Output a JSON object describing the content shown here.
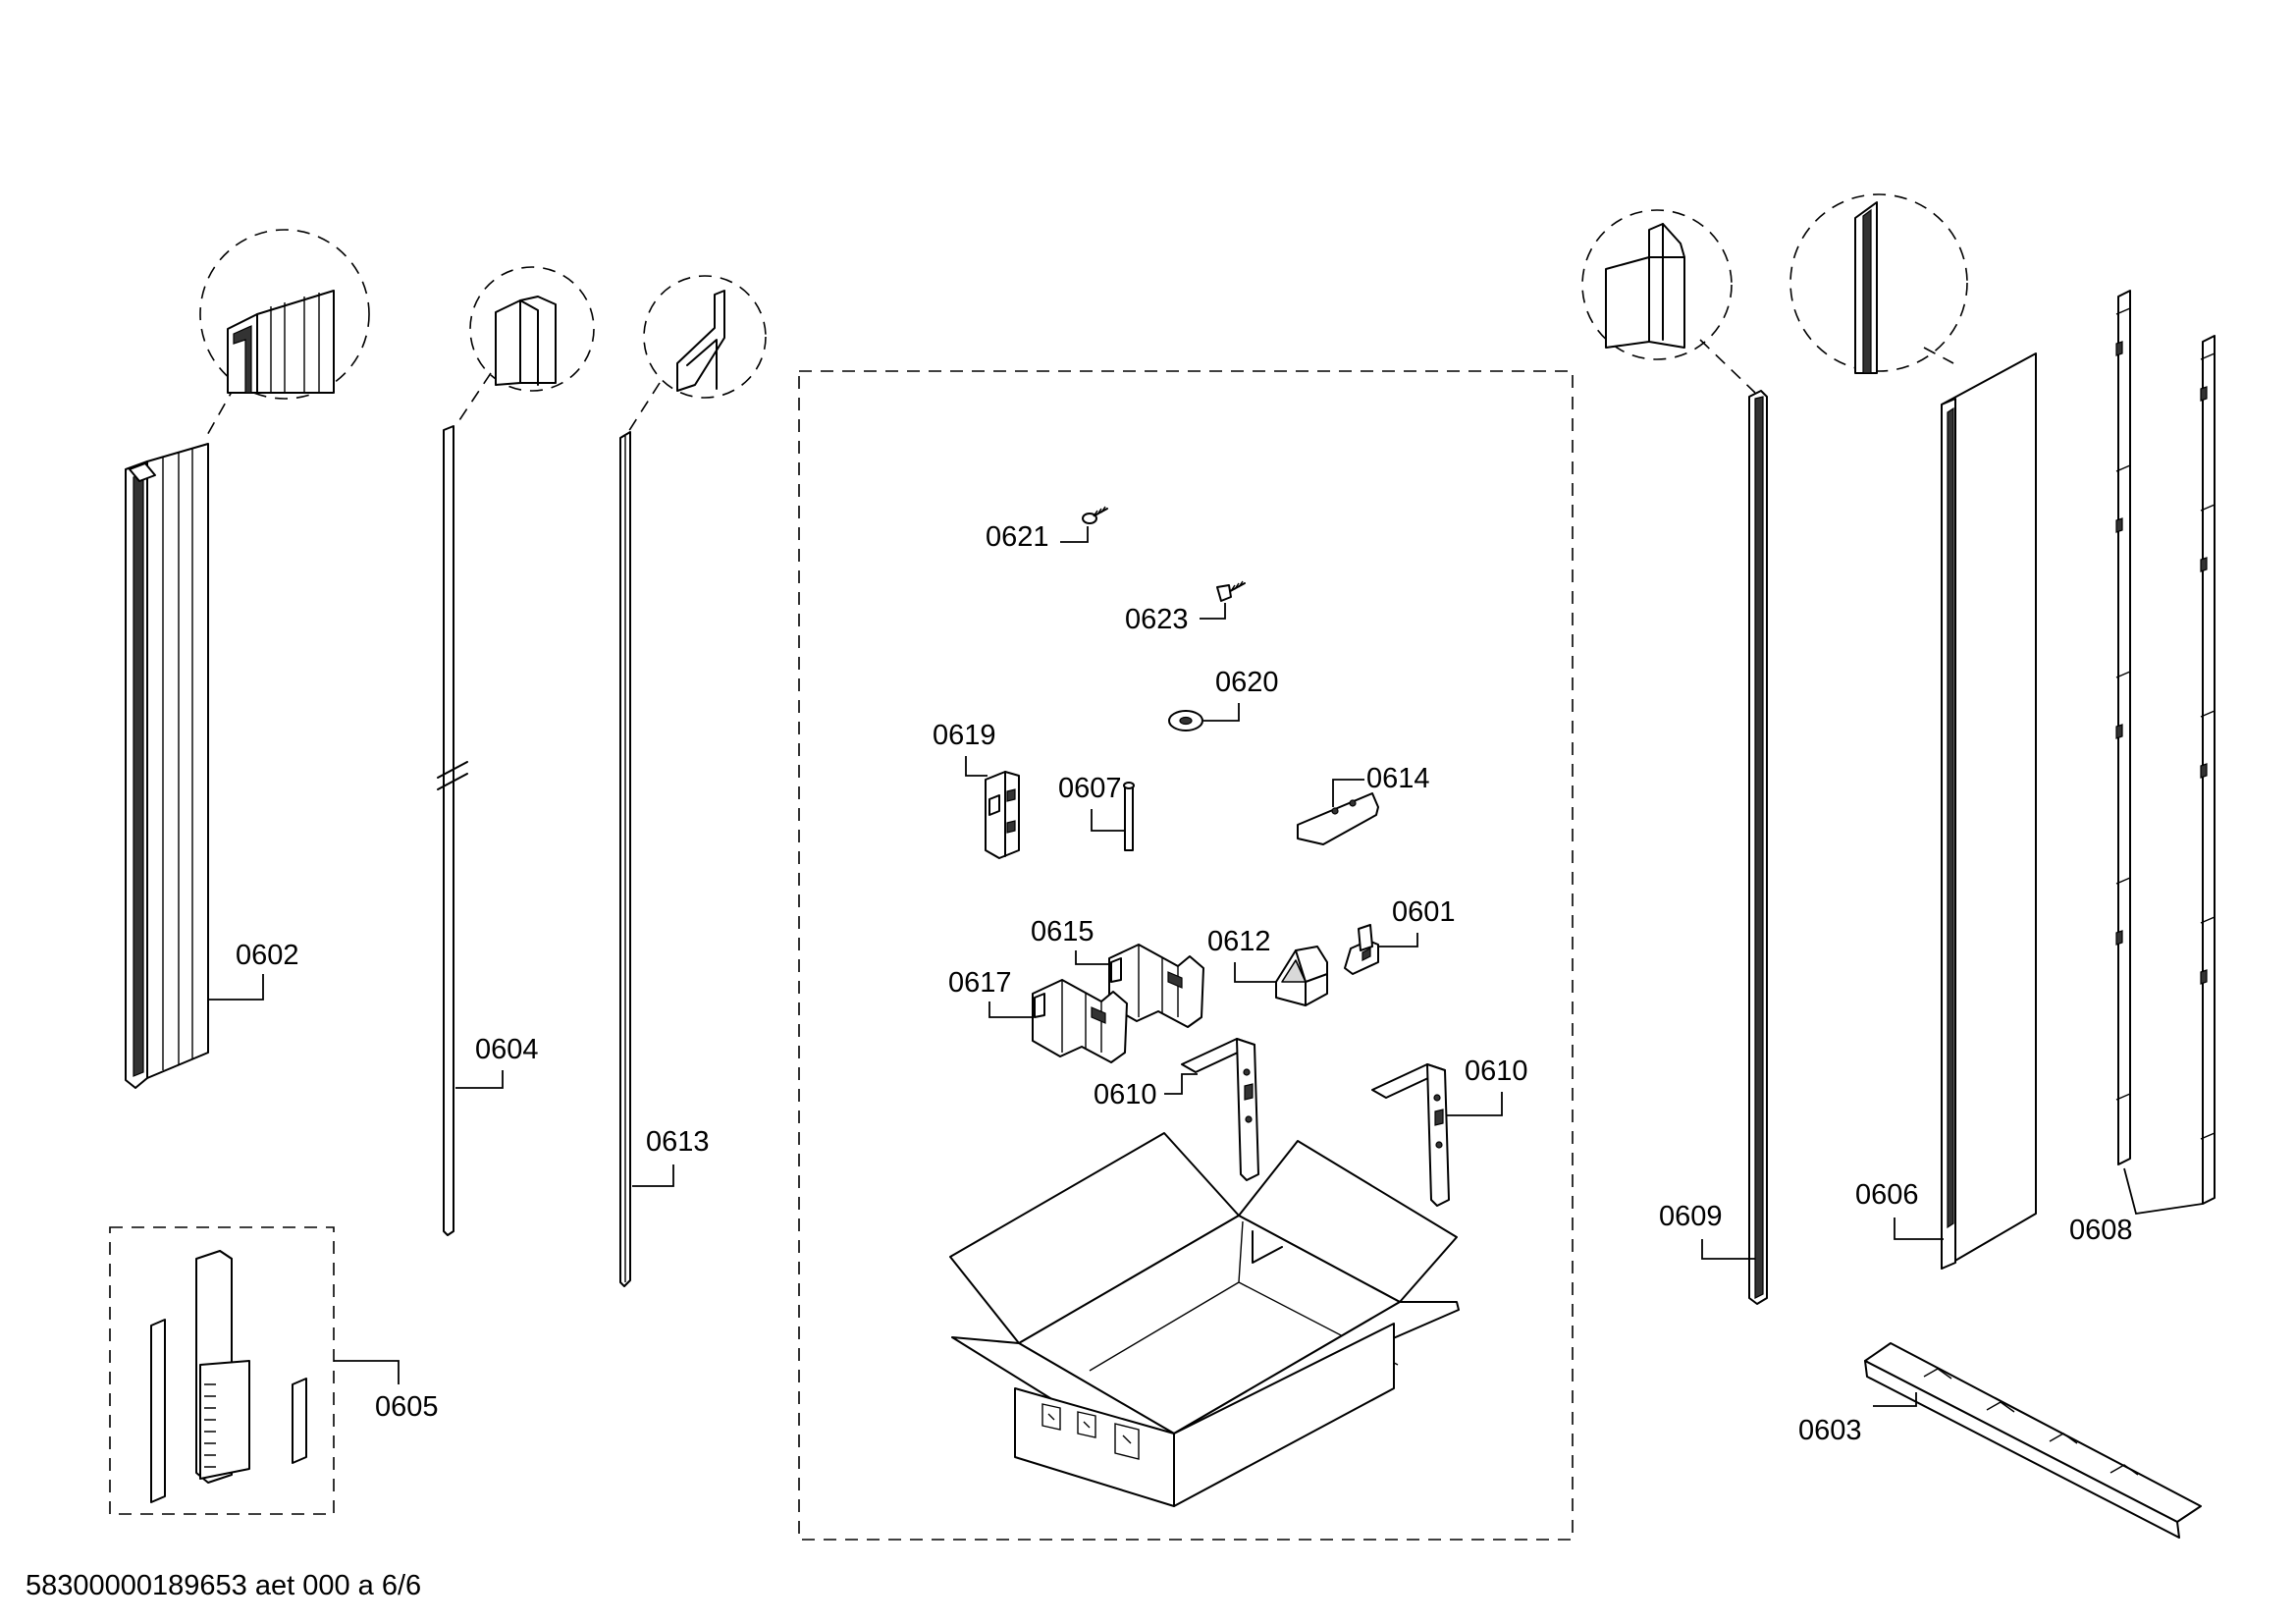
{
  "document_id": "58300000189653 aet 000 a 6/6",
  "parts": {
    "p0601": "0601",
    "p0602": "0602",
    "p0603": "0603",
    "p0604": "0604",
    "p0605": "0605",
    "p0606": "0606",
    "p0607": "0607",
    "p0608": "0608",
    "p0609": "0609",
    "p0610a": "0610",
    "p0610b": "0610",
    "p0612": "0612",
    "p0613": "0613",
    "p0614": "0614",
    "p0615": "0615",
    "p0617": "0617",
    "p0619": "0619",
    "p0620": "0620",
    "p0621": "0621",
    "p0623": "0623"
  }
}
